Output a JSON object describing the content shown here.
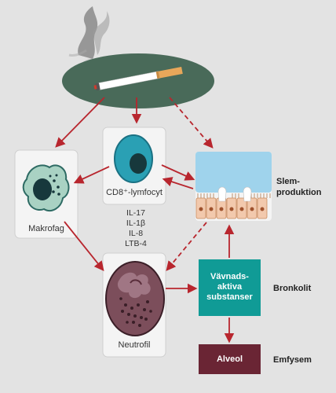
{
  "cells": {
    "cd8": "CD8⁺-lymfocyt",
    "macrophage": "Makrofag",
    "neutrophil": "Neutrofil"
  },
  "cytokines": [
    "IL-17",
    "IL-1β",
    "IL-8",
    "LTB-4"
  ],
  "boxes": {
    "tissue_active_line1": "Vävnads-",
    "tissue_active_line2": "aktiva",
    "tissue_active_line3": "substanser",
    "alveol": "Alveol"
  },
  "side_labels": {
    "mucus_line1": "Slem-",
    "mucus_line2": "produktion",
    "bronchitis": "Bronkolit",
    "emphysema": "Emfysem"
  },
  "colors": {
    "arrow": "#b8262e",
    "ellipse": "#496a59",
    "teal_box": "#109b96",
    "alveol_box": "#6a2534",
    "panel": "#f4f4f4",
    "cd8_cell": "#2aa0b4",
    "macrophage_cell": "#a9d2c3",
    "neutrophil_cell": "#7c4e5b",
    "epithelium_blue": "#9fd3ec",
    "epithelium_cells": "#f2c9ad"
  },
  "icons": [
    "cigarette-icon",
    "smoke-icon"
  ]
}
